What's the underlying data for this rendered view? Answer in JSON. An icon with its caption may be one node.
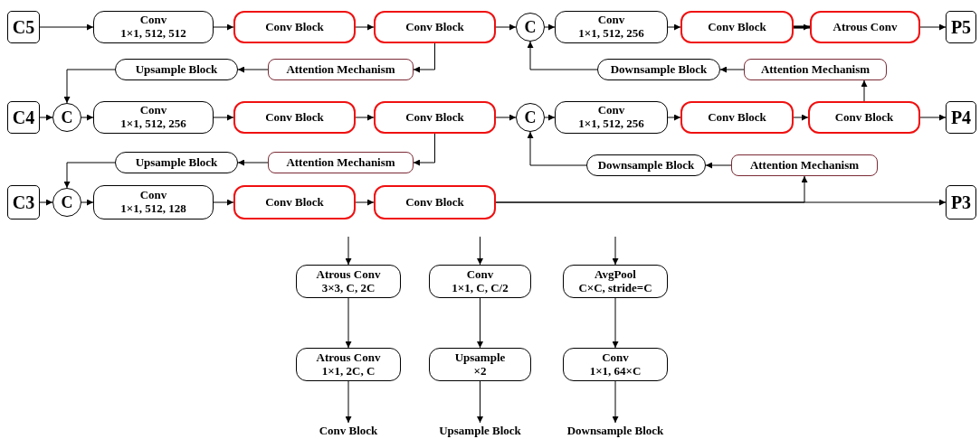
{
  "diagram": {
    "nodes": [
      {
        "text": [
          "C5"
        ]
      },
      {
        "text": [
          "Conv",
          "1×1, 512, 512"
        ]
      },
      {
        "text": [
          "Conv Block"
        ]
      },
      {
        "text": [
          "Conv Block"
        ]
      },
      {
        "text": [
          "C"
        ]
      },
      {
        "text": [
          "Conv",
          "1×1, 512, 256"
        ]
      },
      {
        "text": [
          "Conv Block"
        ]
      },
      {
        "text": [
          "Atrous Conv"
        ]
      },
      {
        "text": [
          "P5"
        ]
      },
      {
        "text": [
          "Upsample Block"
        ]
      },
      {
        "text": [
          "Attention Mechanism"
        ]
      },
      {
        "text": [
          "Downsample Block"
        ]
      },
      {
        "text": [
          "Attention Mechanism"
        ]
      },
      {
        "text": [
          "C4"
        ]
      },
      {
        "text": [
          "C"
        ]
      },
      {
        "text": [
          "Conv",
          "1×1, 512, 256"
        ]
      },
      {
        "text": [
          "Conv Block"
        ]
      },
      {
        "text": [
          "Conv Block"
        ]
      },
      {
        "text": [
          "C"
        ]
      },
      {
        "text": [
          "Conv",
          "1×1, 512, 256"
        ]
      },
      {
        "text": [
          "Conv Block"
        ]
      },
      {
        "text": [
          "Conv Block"
        ]
      },
      {
        "text": [
          "P4"
        ]
      },
      {
        "text": [
          "Upsample Block"
        ]
      },
      {
        "text": [
          "Attention Mechanism"
        ]
      },
      {
        "text": [
          "Downsample Block"
        ]
      },
      {
        "text": [
          "Attention Mechanism"
        ]
      },
      {
        "text": [
          "C3"
        ]
      },
      {
        "text": [
          "C"
        ]
      },
      {
        "text": [
          "Conv",
          "1×1, 512, 128"
        ]
      },
      {
        "text": [
          "Conv Block"
        ]
      },
      {
        "text": [
          "Conv Block"
        ]
      },
      {
        "text": [
          "P3"
        ]
      },
      {
        "text": [
          "Atrous Conv",
          "3×3, C, 2C"
        ]
      },
      {
        "text": [
          "Atrous Conv",
          "1×1, 2C, C"
        ]
      },
      {
        "text": [
          "Conv Block"
        ]
      },
      {
        "text": [
          "Conv",
          "1×1, C, C/2"
        ]
      },
      {
        "text": [
          "Upsample",
          "×2"
        ]
      },
      {
        "text": [
          "Upsample Block"
        ]
      },
      {
        "text": [
          "AvgPool",
          "C×C, stride=C"
        ]
      },
      {
        "text": [
          "Conv",
          "1×1, 64×C"
        ]
      },
      {
        "text": [
          "Downsample Block"
        ]
      }
    ],
    "edges": [
      {
        "from": 0,
        "to": 1,
        "arrow": "to"
      },
      {
        "from": 1,
        "to": 2,
        "arrow": "to"
      },
      {
        "from": 2,
        "to": 3,
        "arrow": "to"
      },
      {
        "from": 3,
        "to": 4,
        "arrow": "to"
      },
      {
        "from": 4,
        "to": 5,
        "arrow": "to"
      },
      {
        "from": 5,
        "to": 6,
        "arrow": "to"
      },
      {
        "from": 6,
        "to": 7,
        "arrow": "to",
        "style": "thick"
      },
      {
        "from": 7,
        "to": 8,
        "arrow": "to"
      },
      {
        "from": 3,
        "to": 10,
        "arrow": "to"
      },
      {
        "from": 10,
        "to": 9,
        "arrow": "to"
      },
      {
        "from": 9,
        "to": 14,
        "arrow": "to"
      },
      {
        "from": 21,
        "to": 12,
        "arrow": "to"
      },
      {
        "from": 12,
        "to": 11,
        "arrow": "to"
      },
      {
        "from": 11,
        "to": 4,
        "arrow": "to"
      },
      {
        "from": 13,
        "to": 14,
        "arrow": "to"
      },
      {
        "from": 14,
        "to": 15,
        "arrow": "to"
      },
      {
        "from": 15,
        "to": 16,
        "arrow": "to"
      },
      {
        "from": 16,
        "to": 17,
        "arrow": "to"
      },
      {
        "from": 17,
        "to": 18,
        "arrow": "to"
      },
      {
        "from": 18,
        "to": 19,
        "arrow": "to"
      },
      {
        "from": 19,
        "to": 20,
        "arrow": "to"
      },
      {
        "from": 20,
        "to": 21,
        "arrow": "to"
      },
      {
        "from": 21,
        "to": 22,
        "arrow": "to"
      },
      {
        "from": 17,
        "to": 24,
        "arrow": "to"
      },
      {
        "from": 24,
        "to": 23,
        "arrow": "to"
      },
      {
        "from": 23,
        "to": 28,
        "arrow": "to"
      },
      {
        "from": 31,
        "to": 26,
        "arrow": "to"
      },
      {
        "from": 26,
        "to": 25,
        "arrow": "to"
      },
      {
        "from": 25,
        "to": 18,
        "arrow": "to"
      },
      {
        "from": 27,
        "to": 28,
        "arrow": "to"
      },
      {
        "from": 28,
        "to": 29,
        "arrow": "to"
      },
      {
        "from": 29,
        "to": 30,
        "arrow": "to"
      },
      {
        "from": 30,
        "to": 31,
        "arrow": "to"
      },
      {
        "from": 31,
        "to": 32,
        "arrow": "to"
      },
      {
        "from": null,
        "to": 33,
        "arrow": "to"
      },
      {
        "from": 33,
        "to": 34,
        "arrow": "to"
      },
      {
        "from": 34,
        "to": 35,
        "arrow": "to"
      },
      {
        "from": null,
        "to": 36,
        "arrow": "to"
      },
      {
        "from": 36,
        "to": 37,
        "arrow": "to"
      },
      {
        "from": 37,
        "to": 38,
        "arrow": "to"
      },
      {
        "from": null,
        "to": 39,
        "arrow": "to"
      },
      {
        "from": 39,
        "to": 40,
        "arrow": "to"
      },
      {
        "from": 40,
        "to": 41,
        "arrow": "to"
      }
    ]
  }
}
